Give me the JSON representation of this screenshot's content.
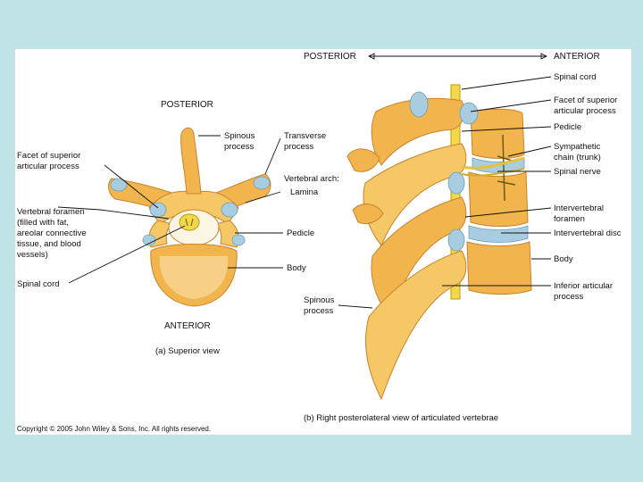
{
  "left_view": {
    "top": "POSTERIOR",
    "bottom": "ANTERIOR",
    "caption": "(a) Superior view",
    "labels": {
      "spinous": [
        "Spinous",
        "process"
      ],
      "transverse": [
        "Transverse",
        "process"
      ],
      "vertebral_arch": "Vertebral arch:",
      "lamina": "Lamina",
      "pedicle": "Pedicle",
      "body": "Body",
      "facet": [
        "Facet of superior",
        "articular process"
      ],
      "foramen": [
        "Vertebral foramen",
        "(filled with fat,",
        "areolar connective",
        "tissue, and blood",
        "vessels)"
      ],
      "spinal_cord": "Spinal cord"
    }
  },
  "right_view": {
    "posterior": "POSTERIOR",
    "anterior": "ANTERIOR",
    "caption": "(b) Right posterolateral view of articulated vertebrae",
    "labels": {
      "spinal_cord": "Spinal cord",
      "facet": [
        "Facet of superior",
        "articular process"
      ],
      "pedicle": "Pedicle",
      "sympathetic": [
        "Sympathetic",
        "chain (trunk)"
      ],
      "spinal_nerve": "Spinal nerve",
      "intervertebral_foramen": [
        "Intervertebral",
        "foramen"
      ],
      "intervertebral_disc": "Intervertebral disc",
      "body": "Body",
      "inferior": [
        "Inferior articular",
        "process"
      ],
      "spinous": [
        "Spinous",
        "process"
      ]
    }
  },
  "copyright": "Copyright © 2005 John Wiley & Sons, Inc. All rights reserved."
}
